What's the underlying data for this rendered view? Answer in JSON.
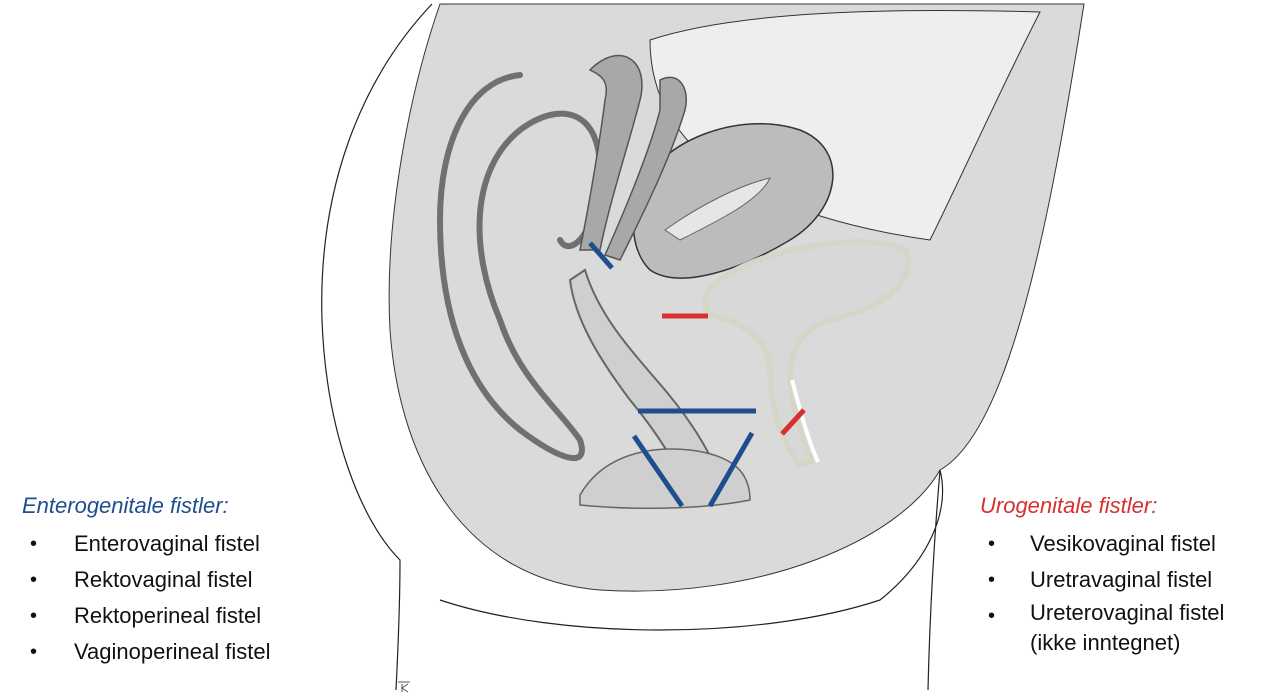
{
  "colors": {
    "entero": "#1f4e8f",
    "uro": "#d63030",
    "tissue_light": "#dadada",
    "tissue_mid": "#bcbcbc",
    "outline": "#6e6e6e",
    "bladder_outline": "#d6d6c8"
  },
  "legend_left": {
    "heading": "Enterogenitale fistler:",
    "items": [
      "Enterovaginal fistel",
      "Rektovaginal fistel",
      "Rektoperineal fistel",
      "Vaginoperineal fistel"
    ]
  },
  "legend_right": {
    "heading": "Urogenitale fistler:",
    "items": [
      "Vesikovaginal fistel",
      "Uretravaginal fistel",
      "Ureterovaginal fistel"
    ],
    "note": "(ikke inntegnet)"
  },
  "bullet_char": "•"
}
